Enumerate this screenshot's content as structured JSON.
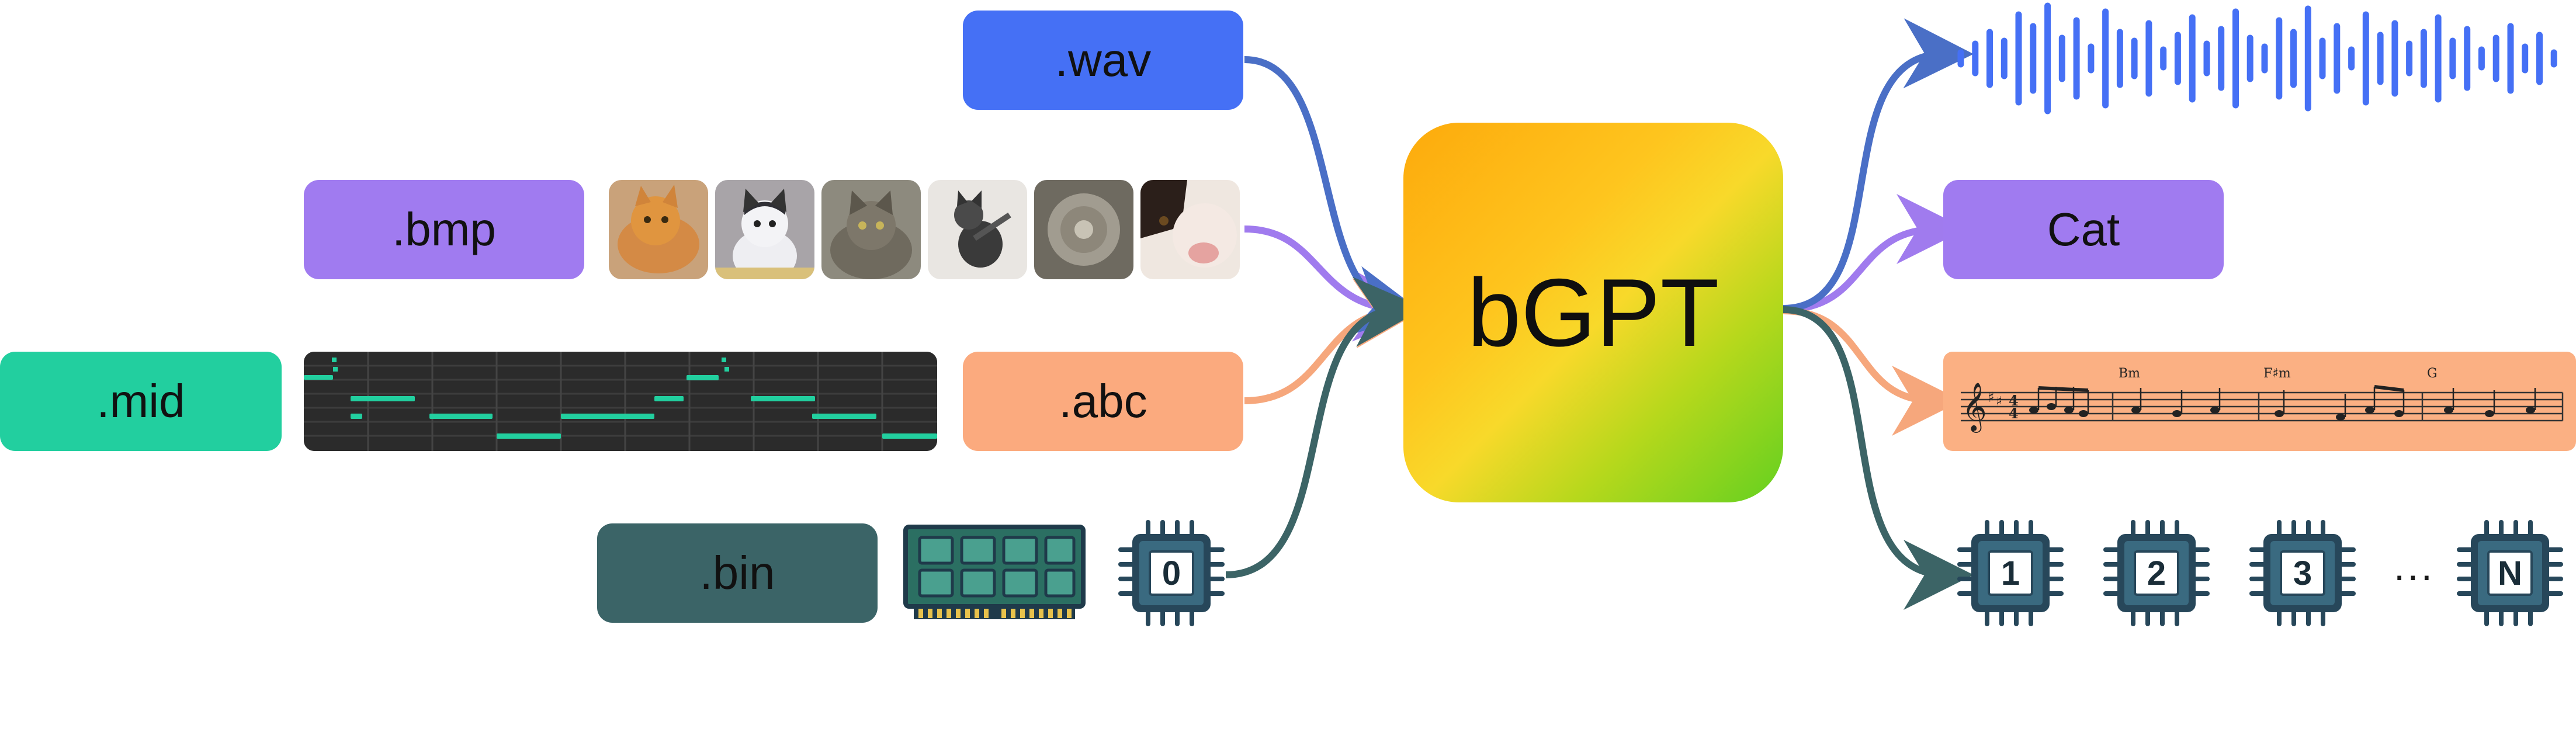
{
  "inputs": {
    "wav": ".wav",
    "bmp": ".bmp",
    "mid": ".mid",
    "abc": ".abc",
    "bin": ".bin"
  },
  "core": {
    "label": "bGPT"
  },
  "outputs": {
    "classification": "Cat",
    "chords": [
      "Bm",
      "F♯m",
      "G"
    ],
    "chips": [
      "1",
      "2",
      "3",
      "N"
    ],
    "ellipsis": "···"
  },
  "input_chip": "0",
  "colors": {
    "wav": "#4570f5",
    "bmp": "#a07bf0",
    "mid": "#22cf9f",
    "abc": "#fbaa7e",
    "bin": "#3b6467",
    "chip": "#27475a",
    "arrow_wav": "#4a6fc6",
    "arrow_bmp": "#a07bee",
    "arrow_abc": "#f6a77c",
    "arrow_bin": "#3c6466"
  },
  "icons": [
    "cat-photo-icon",
    "piano-roll-icon",
    "ram-module-icon",
    "cpu-chip-icon",
    "sound-wave-icon",
    "music-score-icon"
  ]
}
